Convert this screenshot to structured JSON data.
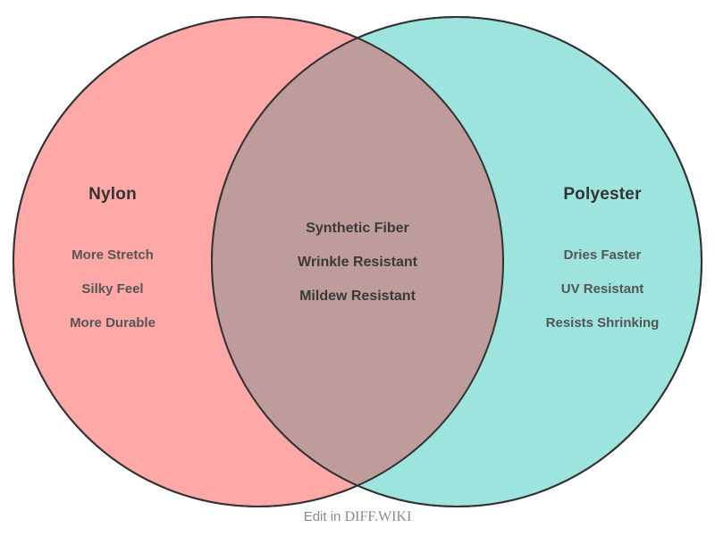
{
  "diagram": {
    "type": "venn-2-set",
    "background": "#ffffff",
    "stroke_color": "#333333",
    "left_set": {
      "title": "Nylon",
      "fill_color": "#ffa8a8",
      "items": [
        "More Stretch",
        "Silky Feel",
        "More Durable"
      ]
    },
    "right_set": {
      "title": "Polyester",
      "fill_color": "#8ee0d8",
      "items": [
        "Dries Faster",
        "UV Resistant",
        "Resists Shrinking"
      ]
    },
    "intersection": {
      "fill_color": "#bf9c9c",
      "items": [
        "Synthetic Fiber",
        "Wrinkle Resistant",
        "Mildew Resistant"
      ]
    }
  },
  "footer": {
    "prefix": "Edit in ",
    "brand": "DIFF.WIKI"
  }
}
